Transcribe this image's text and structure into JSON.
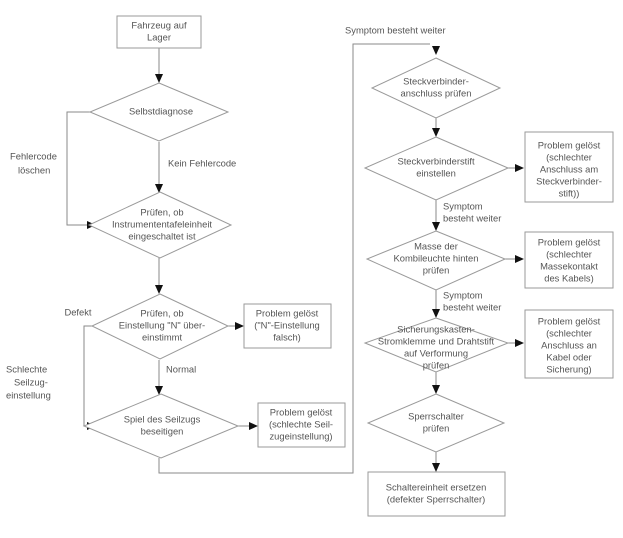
{
  "diagram": {
    "title": "Fehlersuche Flussdiagramm",
    "type": "flowchart",
    "language": "de",
    "colors": {
      "background": "#ffffff",
      "shape_stroke": "#9a9a9a",
      "shape_fill": "#ffffff",
      "text": "#555555",
      "connector": "#8a8a8a",
      "arrow": "#111111"
    },
    "nodes": {
      "start": {
        "shape": "rectangle",
        "line1": "Fahrzeug auf",
        "line2": "Lager"
      },
      "selbstdiagnose": {
        "shape": "diamond",
        "line1": "Selbstdiagnose"
      },
      "instrument": {
        "shape": "diamond",
        "line1": "Prüfen, ob",
        "line2": "Instrumententafeleinheit",
        "line3": "eingeschaltet ist"
      },
      "einstellung_n": {
        "shape": "diamond",
        "line1": "Prüfen, ob",
        "line2": "Einstellung \"N\" über-",
        "line3": "einstimmt"
      },
      "n_falsch": {
        "shape": "rectangle",
        "line1": "Problem gelöst",
        "line2": "(\"N\"-Einstellung",
        "line3": "falsch)"
      },
      "seilzug_spiel": {
        "shape": "diamond",
        "line1": "Spiel des Seilzugs",
        "line2": "beseitigen"
      },
      "seilzug_geloest": {
        "shape": "rectangle",
        "line1": "Problem gelöst",
        "line2": "(schlechte Seil-",
        "line3": "zugeinstellung)"
      },
      "steckverbinder_anschluss": {
        "shape": "diamond",
        "line1": "Steckverbinder-",
        "line2": "anschluss prüfen"
      },
      "steckverbinderstift": {
        "shape": "diamond",
        "line1": "Steckverbinderstift",
        "line2": "einstellen"
      },
      "stift_geloest": {
        "shape": "rectangle",
        "line1": "Problem gelöst",
        "line2": "(schlechter",
        "line3": "Anschluss am",
        "line4": "Steckverbinder-",
        "line5": "stift))"
      },
      "masse_kombileuchte": {
        "shape": "diamond",
        "line1": "Masse der",
        "line2": "Kombileuchte hinten",
        "line3": "prüfen"
      },
      "masse_geloest": {
        "shape": "rectangle",
        "line1": "Problem gelöst",
        "line2": "(schlechter",
        "line3": "Massekontakt",
        "line4": "des Kabels)"
      },
      "sicherungskasten": {
        "shape": "diamond",
        "line1": "Sicherungskasten-",
        "line2": "Stromklemme und Drahtstift",
        "line3": "auf Verformung",
        "line4": "prüfen"
      },
      "sicherung_geloest": {
        "shape": "rectangle",
        "line1": "Problem gelöst",
        "line2": "(schlechter",
        "line3": "Anschluss an",
        "line4": "Kabel oder",
        "line5": "Sicherung)"
      },
      "sperrschalter": {
        "shape": "diamond",
        "line1": "Sperrschalter",
        "line2": "prüfen"
      },
      "schaltereinheit": {
        "shape": "rectangle",
        "line1": "Schaltereinheit ersetzen",
        "line2": "(defekter Sperrschalter)"
      }
    },
    "edge_labels": {
      "fehlercode_loeschen_1": "Fehlercode",
      "fehlercode_loeschen_2": "löschen",
      "kein_fehlercode": "Kein Fehlercode",
      "defekt": "Defekt",
      "schlechte_seilzug_1": "Schlechte",
      "schlechte_seilzug_2": "Seilzug-",
      "schlechte_seilzug_3": "einstellung",
      "normal": "Normal",
      "symptom_top": "Symptom besteht weiter",
      "symptom_a_1": "Symptom",
      "symptom_a_2": "besteht weiter",
      "symptom_b_1": "Symptom",
      "symptom_b_2": "besteht weiter"
    }
  }
}
